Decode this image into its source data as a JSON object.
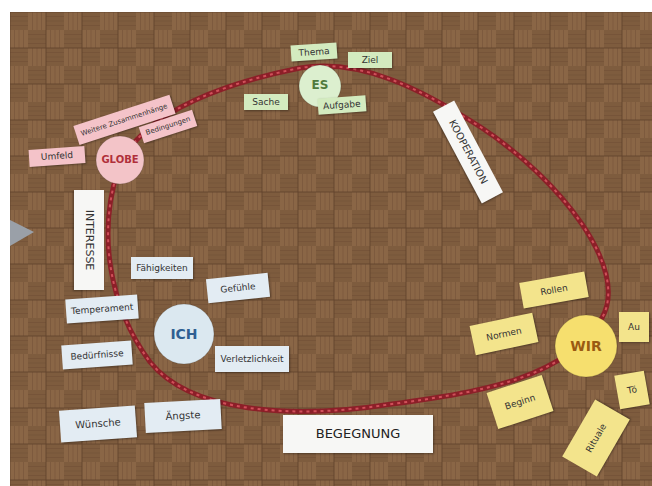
{
  "diagram": {
    "nodes": [
      {
        "text": [
          "ES"
        ]
      },
      {
        "text": [
          "Thema"
        ]
      },
      {
        "text": [
          "Ziel"
        ]
      },
      {
        "text": [
          "Sache"
        ]
      },
      {
        "text": [
          "Aufgabe"
        ]
      },
      {
        "text": [
          "GLOBE"
        ]
      },
      {
        "text": [
          "Umfeld"
        ]
      },
      {
        "text": [
          "Weitere Zusammenhänge"
        ]
      },
      {
        "text": [
          "Bedingungen"
        ]
      },
      {
        "text": [
          "INTERESSE"
        ]
      },
      {
        "text": [
          "KOOPERATION"
        ]
      },
      {
        "text": [
          "ICH"
        ]
      },
      {
        "text": [
          "Fähigkeiten"
        ]
      },
      {
        "text": [
          "Gefühle"
        ]
      },
      {
        "text": [
          "Temperament"
        ]
      },
      {
        "text": [
          "Bedürfnisse"
        ]
      },
      {
        "text": [
          "Verletzlichkeit"
        ]
      },
      {
        "text": [
          "Wünsche"
        ]
      },
      {
        "text": [
          "Ängste"
        ]
      },
      {
        "text": [
          "WIR"
        ]
      },
      {
        "text": [
          "Rollen"
        ]
      },
      {
        "text": [
          "Normen"
        ]
      },
      {
        "text": [
          "Beginn"
        ]
      },
      {
        "text": [
          "Rituale"
        ]
      },
      {
        "text": [
          "Au"
        ]
      },
      {
        "text": [
          "Tö"
        ]
      },
      {
        "text": [
          "BEGEGNUNG"
        ]
      }
    ]
  }
}
